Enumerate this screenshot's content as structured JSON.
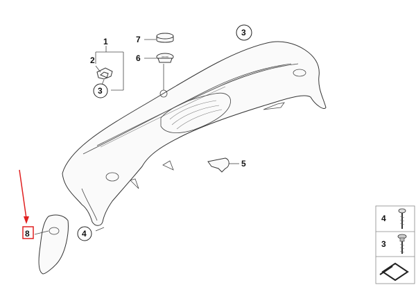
{
  "diagram": {
    "labels": {
      "l1": "1",
      "l2": "2",
      "l3a": "3",
      "l3b": "3",
      "l4": "4",
      "l5": "5",
      "l6": "6",
      "l7": "7",
      "l8": "8"
    },
    "legend": {
      "item4": "4",
      "item3": "3"
    },
    "highlight_color": "#e02020"
  }
}
